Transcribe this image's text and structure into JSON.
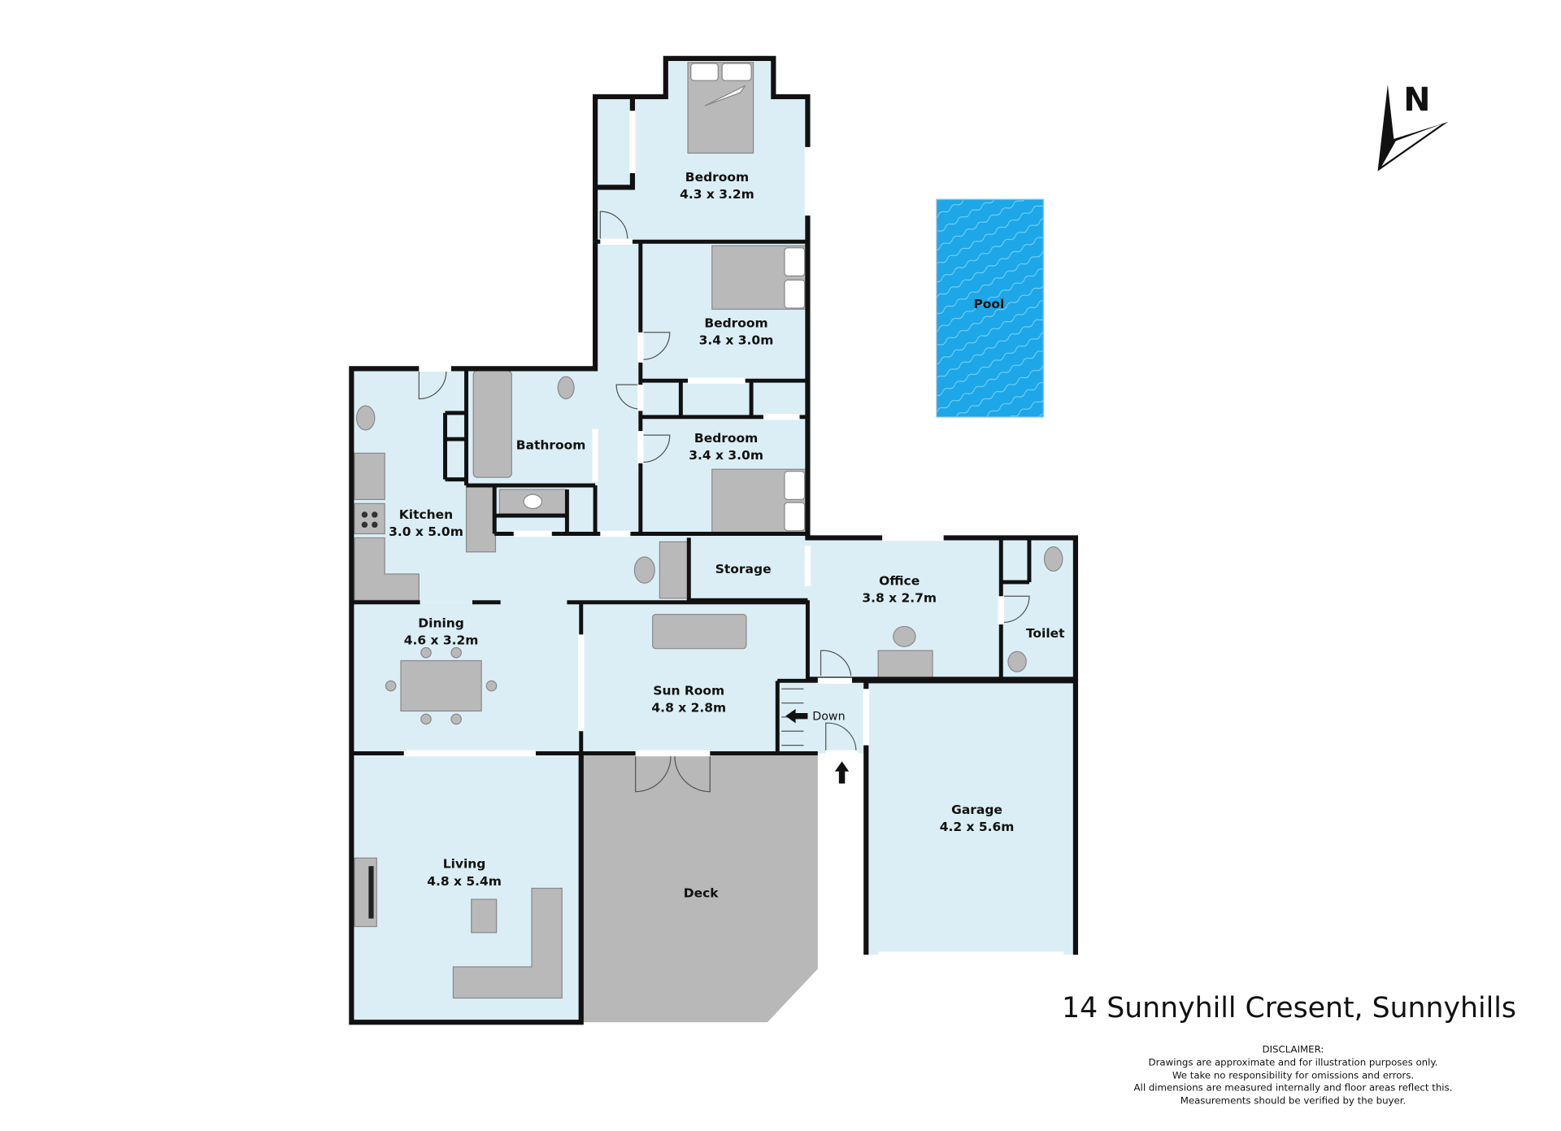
{
  "rooms": {
    "bedroom1": {
      "name": "Bedroom",
      "size": "4.3 x 3.2m"
    },
    "bedroom2": {
      "name": "Bedroom",
      "size": "3.4 x 3.0m"
    },
    "bedroom3": {
      "name": "Bedroom",
      "size": "3.4 x 3.0m"
    },
    "bathroom": {
      "name": "Bathroom"
    },
    "kitchen": {
      "name": "Kitchen",
      "size": "3.0 x 5.0m"
    },
    "storage": {
      "name": "Storage"
    },
    "office": {
      "name": "Office",
      "size": "3.8 x 2.7m"
    },
    "toilet": {
      "name": "Toilet"
    },
    "dining": {
      "name": "Dining",
      "size": "4.6 x 3.2m"
    },
    "sunroom": {
      "name": "Sun Room",
      "size": "4.8 x 2.8m"
    },
    "garage": {
      "name": "Garage",
      "size": "4.2 x 5.6m"
    },
    "living": {
      "name": "Living",
      "size": "4.8 x 5.4m"
    },
    "deck": {
      "name": "Deck"
    },
    "pool": {
      "name": "Pool"
    }
  },
  "stairs_label": "Down",
  "compass": {
    "label": "N"
  },
  "address": "14 Sunnyhill Cresent, Sunnyhills",
  "disclaimer": {
    "heading": "DISCLAIMER:",
    "lines": [
      "Drawings are approximate and for illustration purposes only.",
      "We take no responsibility for omissions and errors.",
      "All dimensions are measured internally and floor areas reflect this.",
      "Measurements should be verified by the buyer."
    ]
  },
  "colors": {
    "room": "#dbeef5",
    "wall": "#111111",
    "deck": "#b8b8b8",
    "pool": "#1da7e8"
  }
}
